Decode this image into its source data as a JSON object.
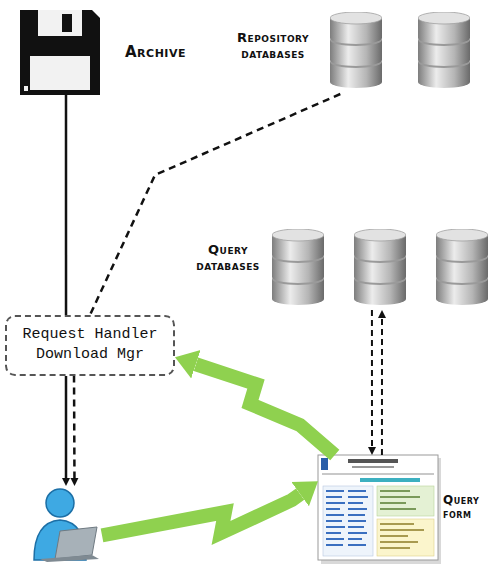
{
  "diagram": {
    "nodes": [
      {
        "text": [
          "Archive"
        ]
      },
      {
        "text": [
          "Repository databases"
        ]
      },
      {
        "text": [
          "Query databases"
        ]
      },
      {
        "text": [
          "Request Handler Download Mgr"
        ]
      },
      {
        "text": []
      },
      {
        "text": [
          "Query form"
        ]
      }
    ],
    "edges": [
      {
        "from": 0,
        "to": 3,
        "arrow": "none"
      },
      {
        "from": 1,
        "to": 3,
        "arrow": "none"
      },
      {
        "from": 3,
        "to": 4,
        "arrow": "to"
      },
      {
        "from": 3,
        "to": 4,
        "arrow": "to"
      },
      {
        "from": 2,
        "to": 5,
        "arrow": "to"
      },
      {
        "from": 5,
        "to": 2,
        "arrow": "to"
      },
      {
        "from": 4,
        "to": 5,
        "arrow": "to"
      },
      {
        "from": 5,
        "to": 3,
        "arrow": "to"
      }
    ]
  }
}
